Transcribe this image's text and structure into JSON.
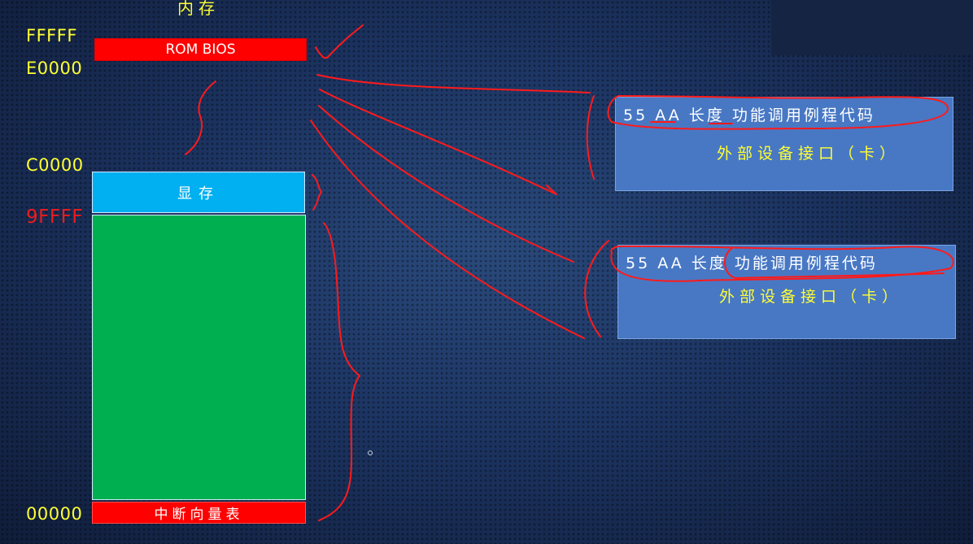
{
  "title": "内存",
  "addresses": {
    "a_fffff": "FFFFF",
    "a_e0000": "E0000",
    "a_c0000": "C0000",
    "a_9ffff": "9FFFF",
    "a_00000": "00000"
  },
  "blocks": {
    "rom": "ROM BIOS",
    "vram": "显存",
    "ivt": "中断向量表"
  },
  "cards": [
    {
      "signature": "55 AA 长度 功能调用例程代码",
      "interface": "外部设备接口（卡）"
    },
    {
      "signature": "55 AA 长度 功能调用例程代码",
      "interface": "外部设备接口（卡）"
    }
  ],
  "colors": {
    "address_label": "#ffff33",
    "address_highlight": "#ee1c1c",
    "rom": "#ff0000",
    "vram": "#00b0f0",
    "ram": "#00b050",
    "ivt": "#ff0000",
    "card": "#4878c4",
    "annotation_ink": "#ff1a1a"
  }
}
